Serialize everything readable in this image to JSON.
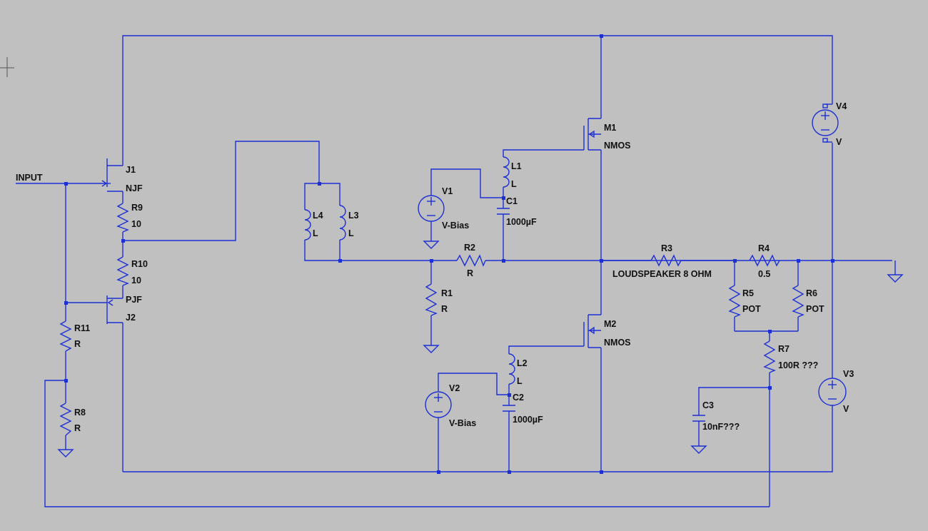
{
  "input_label": "INPUT",
  "components": {
    "J1": {
      "name": "J1",
      "value": "NJF"
    },
    "J2": {
      "name": "J2",
      "value": "PJF"
    },
    "R9": {
      "name": "R9",
      "value": "10"
    },
    "R10": {
      "name": "R10",
      "value": "10"
    },
    "R11": {
      "name": "R11",
      "value": "R"
    },
    "R8": {
      "name": "R8",
      "value": "R"
    },
    "L4": {
      "name": "L4",
      "value": "L"
    },
    "L3": {
      "name": "L3",
      "value": "L"
    },
    "V1": {
      "name": "V1",
      "value": "V-Bias"
    },
    "V2": {
      "name": "V2",
      "value": "V-Bias"
    },
    "L1": {
      "name": "L1",
      "value": "L"
    },
    "L2": {
      "name": "L2",
      "value": "L"
    },
    "C1": {
      "name": "C1",
      "value": "1000µF"
    },
    "C2": {
      "name": "C2",
      "value": "1000µF"
    },
    "R2": {
      "name": "R2",
      "value": "R"
    },
    "R1": {
      "name": "R1",
      "value": "R"
    },
    "M1": {
      "name": "M1",
      "value": "NMOS"
    },
    "M2": {
      "name": "M2",
      "value": "NMOS"
    },
    "R3": {
      "name": "R3",
      "value": "LOUDSPEAKER 8 OHM"
    },
    "R4": {
      "name": "R4",
      "value": "0.5"
    },
    "R5": {
      "name": "R5",
      "value": "POT"
    },
    "R6": {
      "name": "R6",
      "value": "POT"
    },
    "R7": {
      "name": "R7",
      "value": "100R ???"
    },
    "C3": {
      "name": "C3",
      "value": "10nF???"
    },
    "V3": {
      "name": "V3",
      "value": "V"
    },
    "V4": {
      "name": "V4",
      "value": "V"
    }
  }
}
